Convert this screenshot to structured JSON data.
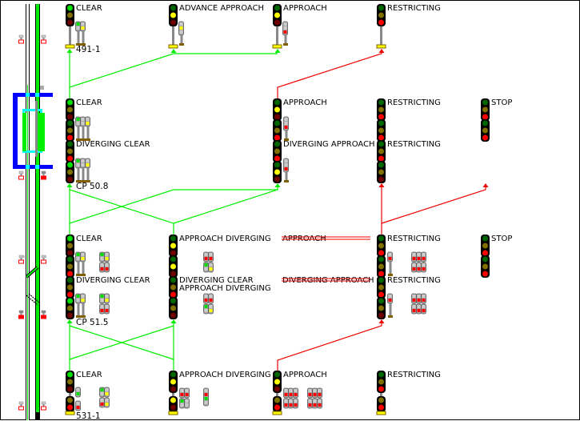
{
  "title": "Signal Aspect Diagram",
  "colors": {
    "route_permissive": "#00ee00",
    "route_restrictive": "#ee0000",
    "track": "#00ee00",
    "circuit_frame": "#0000ff",
    "circuit_inner": "#00ffff",
    "lamp_green_on": "#00e000",
    "lamp_green_off": "#006600",
    "lamp_yellow_on": "#ffff00",
    "lamp_yellow_off": "#807000",
    "lamp_red_on": "#ff0000",
    "lamp_red_off": "#700000"
  },
  "locations": [
    {
      "id": "491-1",
      "label": "491-1"
    },
    {
      "id": "cp508",
      "label": "CP 50.8"
    },
    {
      "id": "cp515",
      "label": "CP 51.5"
    },
    {
      "id": "531-1",
      "label": "531-1"
    }
  ],
  "rows": [
    {
      "name": "row-491",
      "signals": [
        {
          "label": "CLEAR",
          "heads": [
            [
              "G",
              "-",
              "-"
            ]
          ],
          "dwarfs": [
            [
              "G",
              "-"
            ],
            [
              "-",
              "Y"
            ]
          ],
          "foot": true
        },
        {
          "label": "ADVANCE APPROACH",
          "heads": [
            [
              "-",
              "Y",
              "-"
            ]
          ],
          "dwarfs": [
            [
              "-",
              "Y",
              "-"
            ]
          ],
          "foot": true
        },
        {
          "label": "APPROACH",
          "heads": [
            [
              "-",
              "Y",
              "-"
            ]
          ],
          "dwarfs": [
            [
              "-",
              "-",
              "R"
            ]
          ],
          "foot": true
        },
        {
          "label": "RESTRICTING",
          "heads": [
            [
              "-",
              "-",
              "R"
            ]
          ],
          "dwarfs": [],
          "foot": true
        }
      ]
    },
    {
      "name": "row-cp508-upper",
      "signals": [
        {
          "label": "CLEAR",
          "heads": [
            [
              "G",
              "-",
              "-"
            ],
            [
              "-",
              "-",
              "R"
            ]
          ],
          "dwarfs": [
            [
              "G",
              "-"
            ],
            [
              "-",
              "-"
            ],
            [
              "-",
              "Y"
            ]
          ]
        },
        {
          "label": "APPROACH",
          "heads": [
            [
              "-",
              "Y",
              "-"
            ],
            [
              "-",
              "-",
              "R"
            ]
          ],
          "dwarfs": [
            [
              "-",
              "-",
              "R"
            ]
          ]
        },
        {
          "label": "RESTRICTING",
          "heads": [
            [
              "-",
              "-",
              "R"
            ],
            [
              "-",
              "-",
              "R"
            ]
          ]
        },
        {
          "label": "STOP",
          "heads": [
            [
              "-",
              "-",
              "R"
            ],
            [
              "-",
              "-",
              "R"
            ]
          ]
        }
      ]
    },
    {
      "name": "row-cp508-lower",
      "signals": [
        {
          "label": "DIVERGING CLEAR",
          "heads": [
            [
              "-",
              "-",
              "R"
            ],
            [
              "G",
              "-",
              "-"
            ]
          ],
          "dwarfs": [
            [
              "G",
              "-"
            ],
            [
              "-",
              "-"
            ],
            [
              "-",
              "Y"
            ]
          ]
        },
        {
          "label": "DIVERGING APPROACH",
          "heads": [
            [
              "-",
              "-",
              "R"
            ],
            [
              "-",
              "Y",
              "-"
            ]
          ],
          "dwarfs": [
            [
              "-",
              "-",
              "R"
            ]
          ]
        },
        {
          "label": "RESTRICTING",
          "heads": [
            [
              "-",
              "-",
              "R"
            ],
            [
              "-",
              "-",
              "-"
            ]
          ]
        }
      ]
    },
    {
      "name": "row-cp515-upper",
      "signals": [
        {
          "label": "CLEAR",
          "struck": false
        },
        {
          "label": "APPROACH DIVERGING",
          "struck": false
        },
        {
          "label": "APPROACH",
          "struck": true
        },
        {
          "label": "RESTRICTING",
          "struck": false
        },
        {
          "label": "STOP",
          "struck": false
        }
      ]
    },
    {
      "name": "row-cp515-lower",
      "signals": [
        {
          "label": "DIVERGING CLEAR",
          "struck": false
        },
        {
          "label": "DIVERGING CLEAR",
          "label2": "APPROACH DIVERGING",
          "struck": false
        },
        {
          "label": "DIVERGING APPROACH",
          "struck": true
        },
        {
          "label": "RESTRICTING",
          "struck": false
        }
      ]
    },
    {
      "name": "row-531",
      "signals": [
        {
          "label": "CLEAR"
        },
        {
          "label": "APPROACH DIVERGING"
        },
        {
          "label": "APPROACH"
        },
        {
          "label": "RESTRICTING"
        }
      ]
    }
  ],
  "labels": {
    "r1_clear": "CLEAR",
    "r1_adv_approach": "ADVANCE APPROACH",
    "r1_approach": "APPROACH",
    "r1_restricting": "RESTRICTING",
    "r2_clear": "CLEAR",
    "r2_approach": "APPROACH",
    "r2_restricting": "RESTRICTING",
    "r2_stop": "STOP",
    "r3_div_clear": "DIVERGING CLEAR",
    "r3_div_approach": "DIVERGING APPROACH",
    "r3_restricting": "RESTRICTING",
    "r4_clear": "CLEAR",
    "r4_approach_div": "APPROACH DIVERGING",
    "r4_approach_struck": "APPROACH",
    "r4_restricting": "RESTRICTING",
    "r4_stop": "STOP",
    "r5_div_clear": "DIVERGING CLEAR",
    "r5_div_clear_2a": "DIVERGING CLEAR",
    "r5_div_clear_2b": "APPROACH DIVERGING",
    "r5_div_approach_struck": "DIVERGING APPROACH",
    "r5_restricting": "RESTRICTING",
    "r6_clear": "CLEAR",
    "r6_approach_div": "APPROACH DIVERGING",
    "r6_approach": "APPROACH",
    "r6_restricting": "RESTRICTING",
    "loc_491": "491-1",
    "loc_508": "CP 50.8",
    "loc_515": "CP 51.5",
    "loc_531": "531-1"
  }
}
